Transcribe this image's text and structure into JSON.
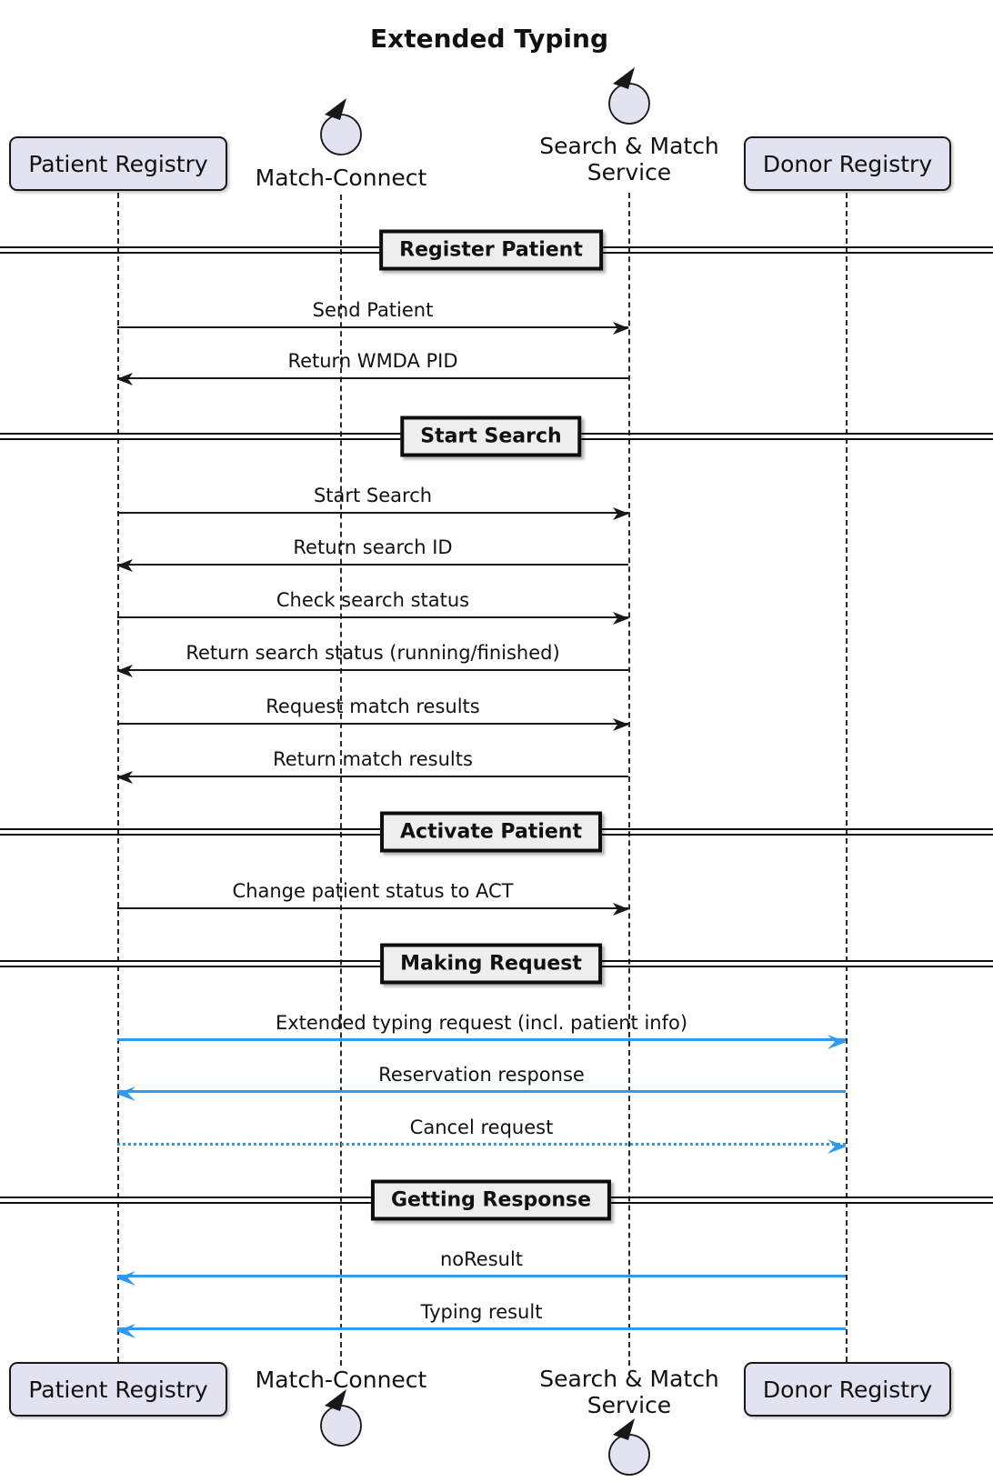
{
  "diagram": {
    "type": "sequence",
    "title": "Extended Typing"
  },
  "participants": [
    {
      "label": "Patient Registry",
      "kind": "participant-box"
    },
    {
      "label": "Match-Connect",
      "kind": "control"
    },
    {
      "label": "Search & Match Service",
      "kind": "control",
      "label_lines": [
        "Search & Match",
        "Service"
      ]
    },
    {
      "label": "Donor Registry",
      "kind": "participant-box"
    }
  ],
  "sections": [
    {
      "label": "Register Patient"
    },
    {
      "label": "Start Search"
    },
    {
      "label": "Activate Patient"
    },
    {
      "label": "Making Request"
    },
    {
      "label": "Getting Response"
    }
  ],
  "messages": [
    {
      "label": "Send Patient",
      "from": "Patient Registry",
      "to": "Search & Match Service",
      "line": "solid",
      "color": "black"
    },
    {
      "label": "Return WMDA PID",
      "from": "Search & Match Service",
      "to": "Patient Registry",
      "line": "solid",
      "color": "black"
    },
    {
      "label": "Start Search",
      "from": "Patient Registry",
      "to": "Search & Match Service",
      "line": "solid",
      "color": "black"
    },
    {
      "label": "Return search ID",
      "from": "Search & Match Service",
      "to": "Patient Registry",
      "line": "solid",
      "color": "black"
    },
    {
      "label": "Check search status",
      "from": "Patient Registry",
      "to": "Search & Match Service",
      "line": "solid",
      "color": "black"
    },
    {
      "label": "Return search status (running/finished)",
      "from": "Search & Match Service",
      "to": "Patient Registry",
      "line": "solid",
      "color": "black"
    },
    {
      "label": "Request match results",
      "from": "Patient Registry",
      "to": "Search & Match Service",
      "line": "solid",
      "color": "black"
    },
    {
      "label": "Return match results",
      "from": "Search & Match Service",
      "to": "Patient Registry",
      "line": "solid",
      "color": "black"
    },
    {
      "label": "Change patient status to ACT",
      "from": "Patient Registry",
      "to": "Search & Match Service",
      "line": "solid",
      "color": "black"
    },
    {
      "label": "Extended typing request (incl. patient info)",
      "from": "Patient Registry",
      "to": "Donor Registry",
      "line": "solid",
      "color": "blue"
    },
    {
      "label": "Reservation response",
      "from": "Donor Registry",
      "to": "Patient Registry",
      "line": "solid",
      "color": "blue"
    },
    {
      "label": "Cancel request",
      "from": "Patient Registry",
      "to": "Donor Registry",
      "line": "dotted",
      "color": "blue"
    },
    {
      "label": "noResult",
      "from": "Donor Registry",
      "to": "Patient Registry",
      "line": "solid",
      "color": "blue"
    },
    {
      "label": "Typing result",
      "from": "Donor Registry",
      "to": "Patient Registry",
      "line": "solid",
      "color": "blue"
    }
  ],
  "colors": {
    "participant_fill": "#E2E2F0",
    "participant_border": "#181818",
    "section_fill": "#EEEEEE",
    "arrow_black": "#181818",
    "arrow_blue": "#2E9AF3"
  }
}
